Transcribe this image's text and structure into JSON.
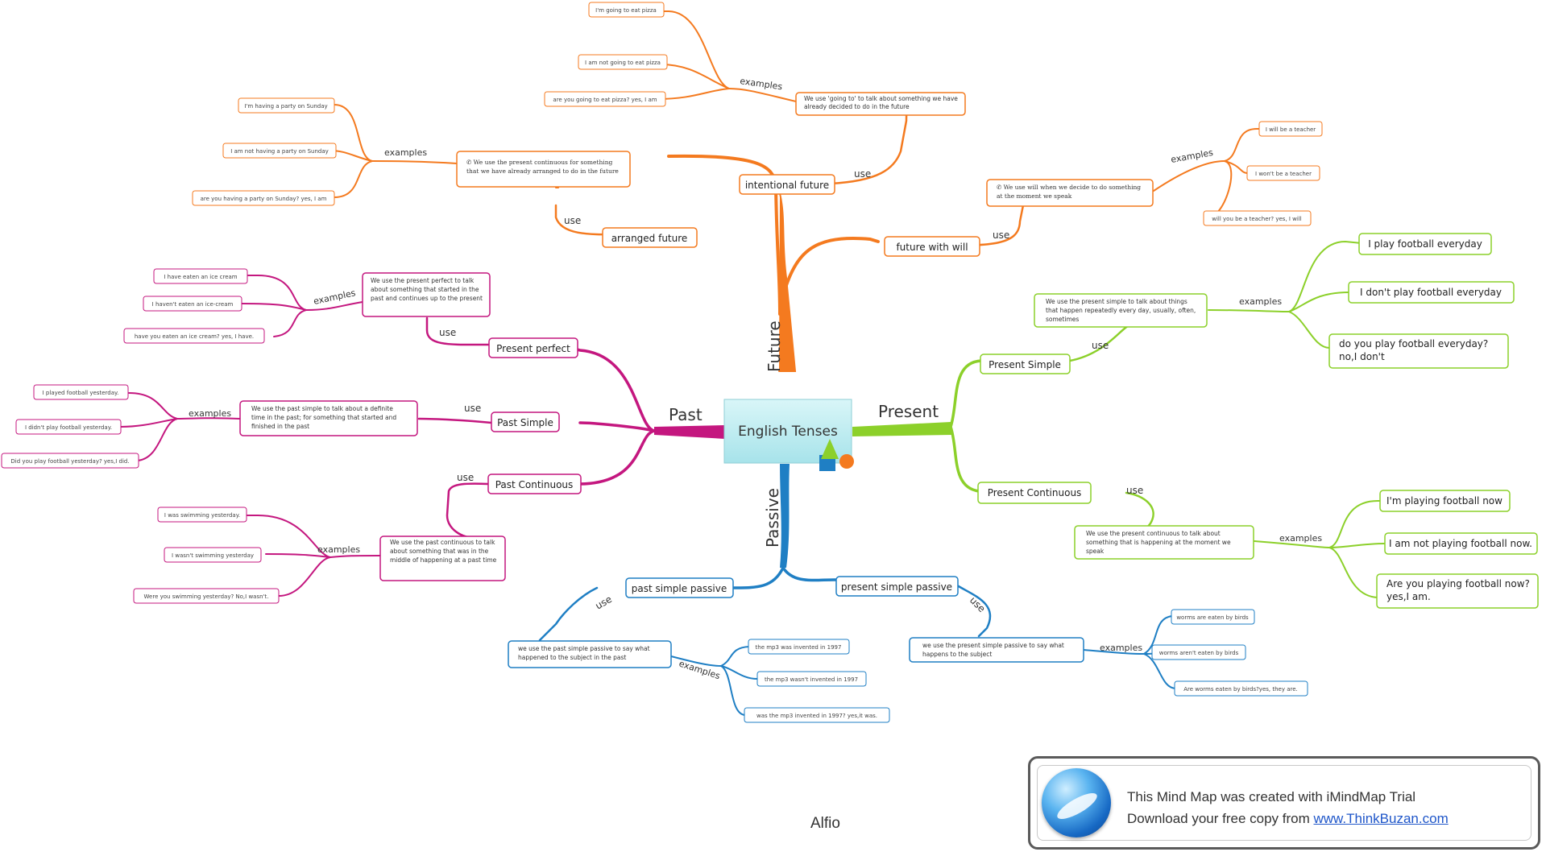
{
  "central": {
    "title": "English Tenses"
  },
  "branches": {
    "future": {
      "label": "Future",
      "color": "#f47a1f",
      "nodes": {
        "intentional": {
          "label": "intentional future",
          "use": "use",
          "definition": "We use 'going to' to talk about something we have already decided to do in the future",
          "examples_label": "examples",
          "examples": [
            "I'm going to eat pizza",
            "I am not going to eat pizza",
            "are you going to eat pizza? yes, I am"
          ]
        },
        "arranged": {
          "label": "arranged future",
          "use": "use",
          "definition": "✆ We use the present continuous for something that we have already arranged to do in the future",
          "examples_label": "examples",
          "examples": [
            "I'm having a party on Sunday",
            "I am not having a party on Sunday",
            "are you having  a party on Sunday? yes, I am"
          ]
        },
        "will": {
          "label": "future with will",
          "use": "use",
          "definition": "✆ We use will when we decide to do something at the moment we speak",
          "examples_label": "examples",
          "examples": [
            "I will be a teacher",
            "I won't be a teacher",
            "will you be a teacher? yes, I will"
          ]
        }
      }
    },
    "present": {
      "label": "Present",
      "color": "#8cd02a",
      "nodes": {
        "simple": {
          "label": "Present Simple",
          "use": "use",
          "definition": "We use the present simple to talk about things that happen repeatedly every day, usually, often, sometimes",
          "examples_label": "examples",
          "examples": [
            "I play football everyday",
            "I don't play football everyday",
            "do you play football everyday? no,I don't"
          ]
        },
        "continuous": {
          "label": "Present Continuous",
          "use": "use",
          "definition": "We use the present continuous to talk about something that is happening at the moment we speak",
          "examples_label": "examples",
          "examples": [
            "I'm playing football now",
            "I am not playing football now.",
            "Are you playing football now? yes,I am."
          ]
        }
      }
    },
    "past": {
      "label": "Past",
      "color": "#c4177f",
      "nodes": {
        "perfect": {
          "label": "Present perfect",
          "use": "use",
          "definition": "We use the present perfect to talk about something that started in the past and continues up to the present",
          "examples_label": "examples",
          "examples": [
            "I have eaten an ice cream",
            "I haven't eaten an ice-cream",
            "have you eaten an ice cream? yes, I have."
          ]
        },
        "simple": {
          "label": "Past Simple",
          "use": "use",
          "definition": "We use the past simple to talk about a definite time in the past; for something that started and finished in the past",
          "examples_label": "examples",
          "examples": [
            "I played football yesterday.",
            "I didn't play football yesterday.",
            "Did you play football yesterday? yes,I did."
          ]
        },
        "continuous": {
          "label": "Past Continuous",
          "use": "use",
          "definition": "We use the past continuous to talk about something that was in the middle of happening at a past time",
          "examples_label": "examples",
          "examples": [
            "I was swimming yesterday.",
            "I wasn't swimming yesterday",
            "Were you swimming yesterday? No,I wasn't."
          ]
        }
      }
    },
    "passive": {
      "label": "Passive",
      "color": "#1f7fc4",
      "nodes": {
        "past": {
          "label": "past simple passive",
          "use": "use",
          "definition": "we use the past simple passive to say what happened to the subject in the past",
          "examples_label": "examples",
          "examples": [
            "the mp3 was invented in 1997",
            "the mp3 wasn't invented in 1997",
            "was the mp3 invented in 1997? yes,it was."
          ]
        },
        "present": {
          "label": "present simple passive",
          "use": "use",
          "definition": "we use the present simple passive to say what happens to the subject",
          "examples_label": "examples",
          "examples": [
            "worms are eaten by birds",
            "worms aren't eaten by birds",
            "Are worms eaten by birds?yes, they are."
          ]
        }
      }
    }
  },
  "trial": {
    "line1": "This Mind Map was created with iMindMap Trial",
    "line2_prefix": "Download your free copy from ",
    "link": "www.ThinkBuzan.com"
  },
  "author": "Alfio"
}
